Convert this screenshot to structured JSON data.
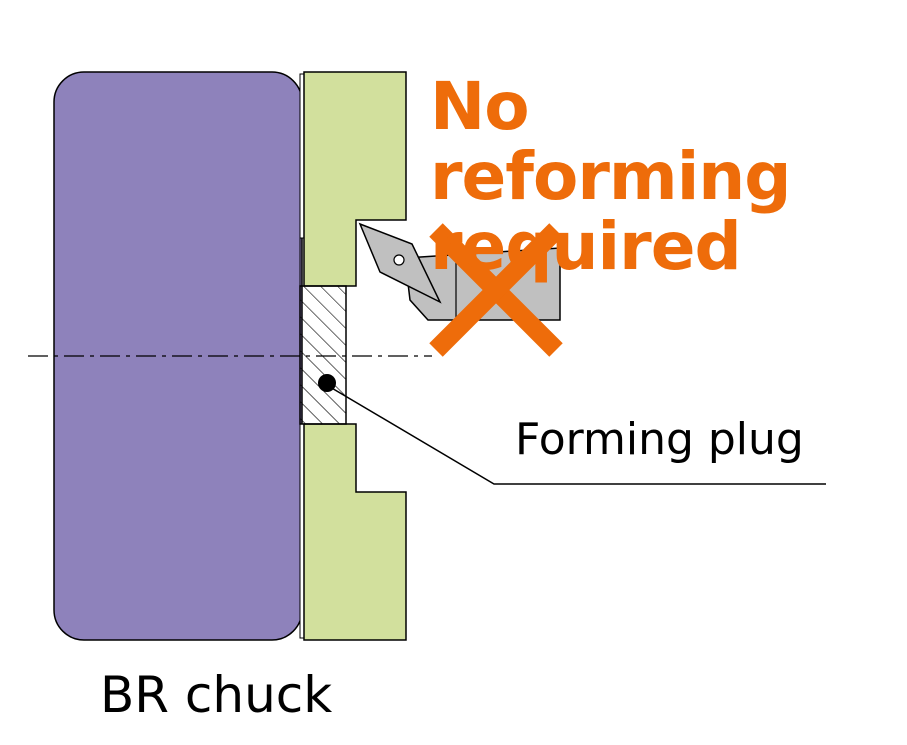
{
  "headline": {
    "line1": "No reforming",
    "line2": "required"
  },
  "labels": {
    "forming_plug": "Forming plug",
    "chuck": "BR chuck"
  },
  "colors": {
    "chuck": "#8e82bb",
    "jaw": "#d2e09d",
    "tool": "#c0c0c0",
    "accent": "#ee6c0a",
    "line": "#000000"
  },
  "icons": {
    "cross": "x-mark-icon"
  }
}
